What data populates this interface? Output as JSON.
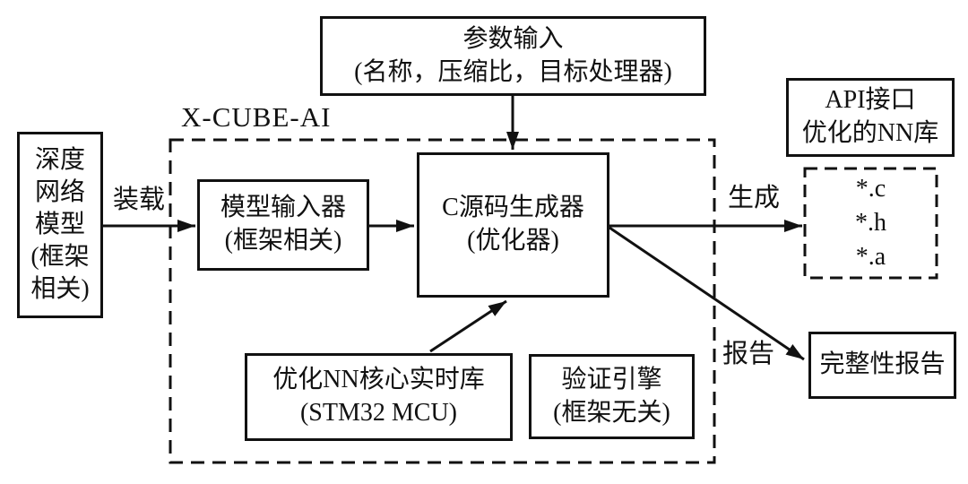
{
  "diagram": {
    "title": "X-CUBE-AI",
    "colors": {
      "line": "#111111",
      "background": "#ffffff"
    },
    "nodes": {
      "param_input": {
        "text": "参数输入\n(名称，压缩比，目标处理器)"
      },
      "deep_model": {
        "text": "深度\n网络\n模型\n(框架\n相关)"
      },
      "model_importer": {
        "text": "模型输入器\n(框架相关)"
      },
      "c_generator": {
        "text": "C源码生成器\n(优化器)"
      },
      "nn_runtime_lib": {
        "text": "优化NN核心实时库\n(STM32 MCU)"
      },
      "validation_engine": {
        "text": "验证引擎\n(框架无关)"
      },
      "api_nn_lib": {
        "text": "API接口\n优化的NN库"
      },
      "generated_files": {
        "text": "*.c\n*.h\n*.a"
      },
      "integrity_report": {
        "text": "完整性报告"
      }
    },
    "edge_labels": {
      "load": "装载",
      "generate": "生成",
      "report": "报告"
    }
  }
}
